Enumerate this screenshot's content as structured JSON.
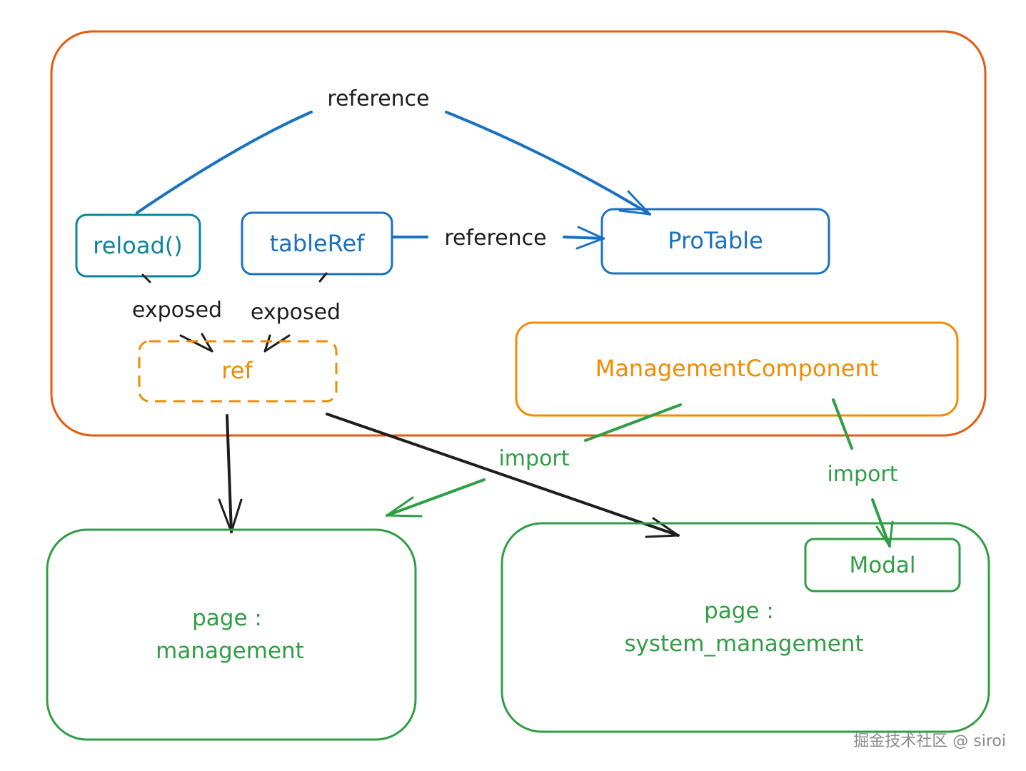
{
  "nodes": {
    "reload": "reload()",
    "tableRef": "tableRef",
    "protable": "ProTable",
    "ref": "ref",
    "management_component": "ManagementComponent",
    "modal": "Modal",
    "page_management": [
      "page :",
      "management"
    ],
    "page_system": [
      "page :",
      "system_management"
    ]
  },
  "edges": {
    "reference_top": "reference",
    "reference_mid": "reference",
    "exposed_left": "exposed",
    "exposed_right": "exposed",
    "import_left": "import",
    "import_right": "import"
  },
  "colors": {
    "container": "#e8590c",
    "blue": "#1971c2",
    "teal": "#0c8599",
    "orange": "#f08c00",
    "green": "#2f9e44",
    "black": "#1e1e1e"
  },
  "watermark": "掘金技术社区 @ siroi"
}
